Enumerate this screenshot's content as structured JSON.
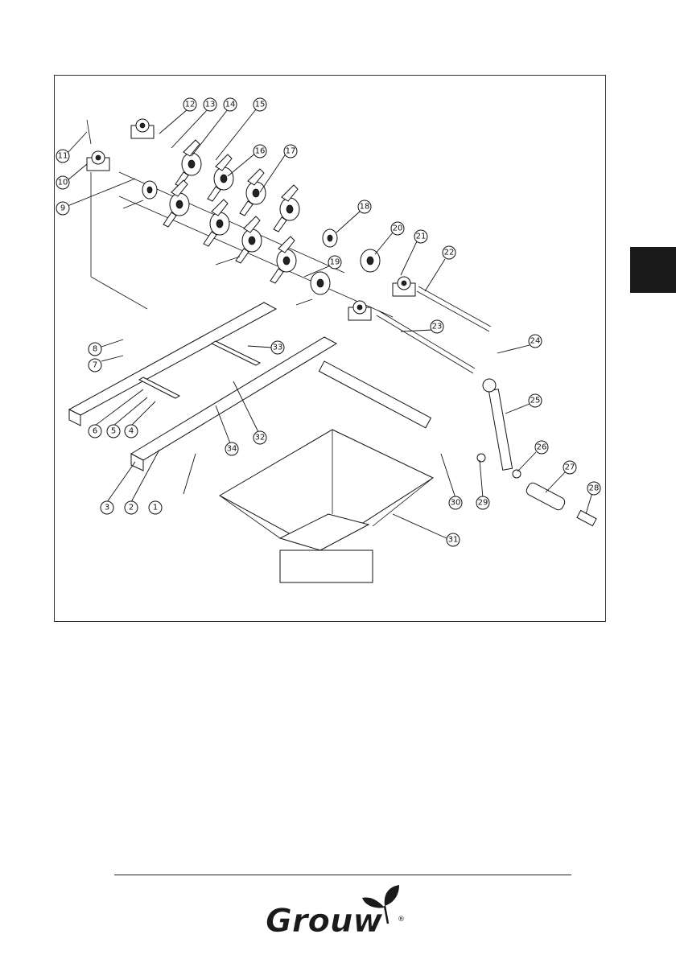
{
  "diagram": {
    "callouts": [
      "1",
      "2",
      "3",
      "4",
      "5",
      "6",
      "7",
      "8",
      "9",
      "10",
      "11",
      "12",
      "13",
      "14",
      "15",
      "16",
      "17",
      "18",
      "19",
      "20",
      "21",
      "22",
      "23",
      "24",
      "25",
      "26",
      "27",
      "28",
      "29",
      "30",
      "31",
      "32",
      "33",
      "34"
    ]
  },
  "footer": {
    "brand": "Grouw",
    "registered_mark": "®",
    "brand_color": "#1a1a1a"
  }
}
